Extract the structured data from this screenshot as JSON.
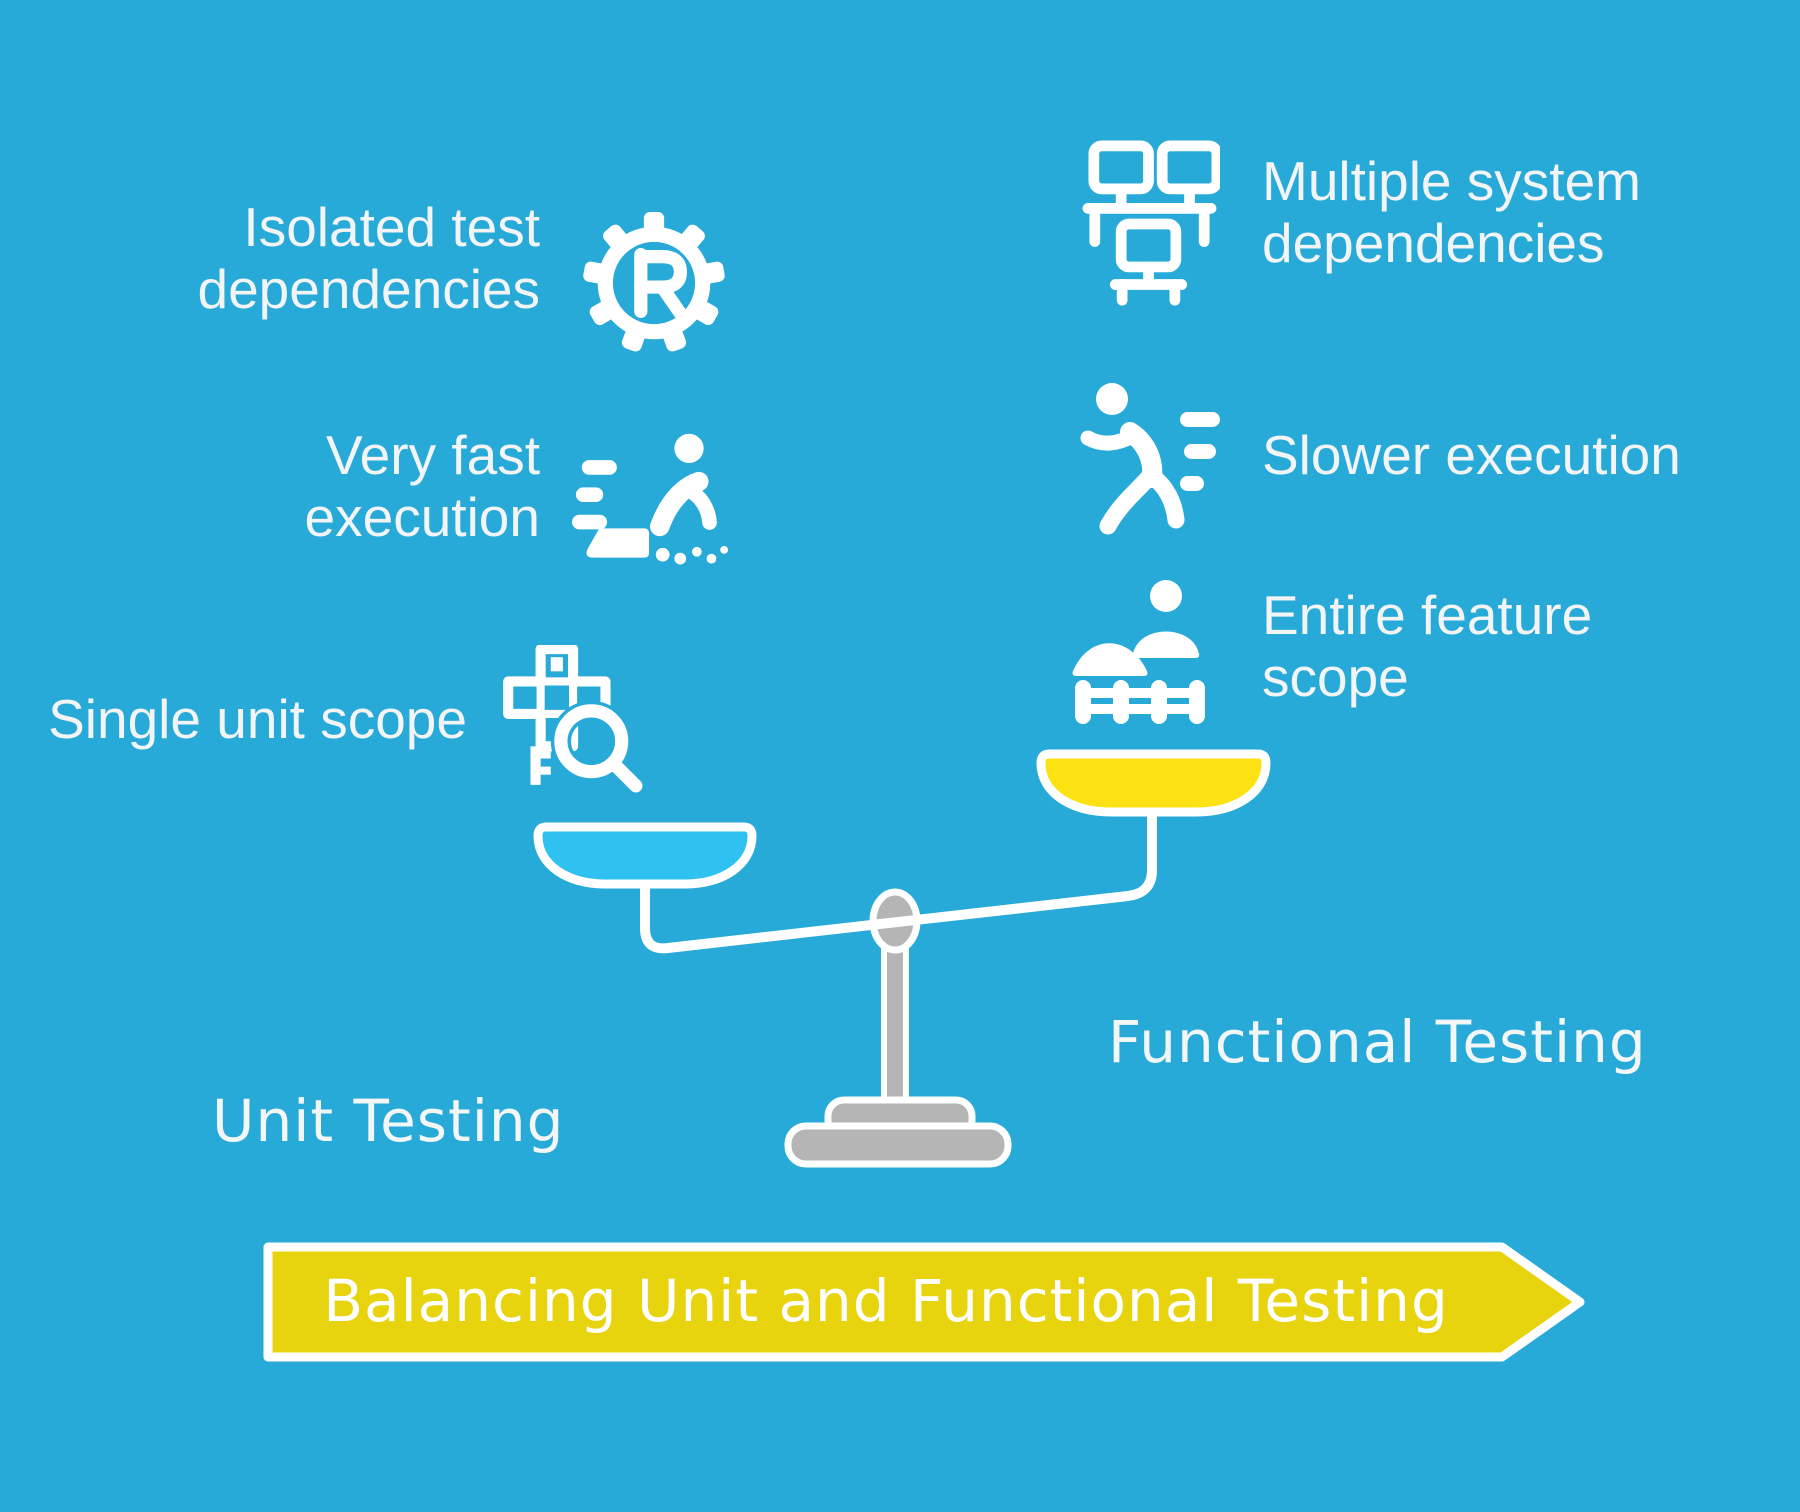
{
  "colors": {
    "background": "#28AAD8",
    "unit_pan": "#2FC1F0",
    "functional_pan": "#FCE212",
    "banner": "#E8D40E",
    "stand_gray": "#B5B5B5",
    "white": "#FFFFFF",
    "text": "#F2F4F5"
  },
  "left_column": {
    "heading": "Unit Testing",
    "items": [
      {
        "text": "Isolated test dependencies",
        "icon": "gear-r-icon"
      },
      {
        "text": "Very fast execution",
        "icon": "fast-runner-icon"
      },
      {
        "text": "Single unit scope",
        "icon": "unit-scope-magnifier-icon"
      }
    ]
  },
  "right_column": {
    "heading": "Functional Testing",
    "items": [
      {
        "text": "Multiple system dependencies",
        "icon": "network-monitors-icon"
      },
      {
        "text": "Slower execution",
        "icon": "slow-runner-icon"
      },
      {
        "text": "Entire feature scope",
        "icon": "feature-scope-icon"
      }
    ]
  },
  "banner": {
    "label": "Balancing Unit and Functional Testing"
  }
}
